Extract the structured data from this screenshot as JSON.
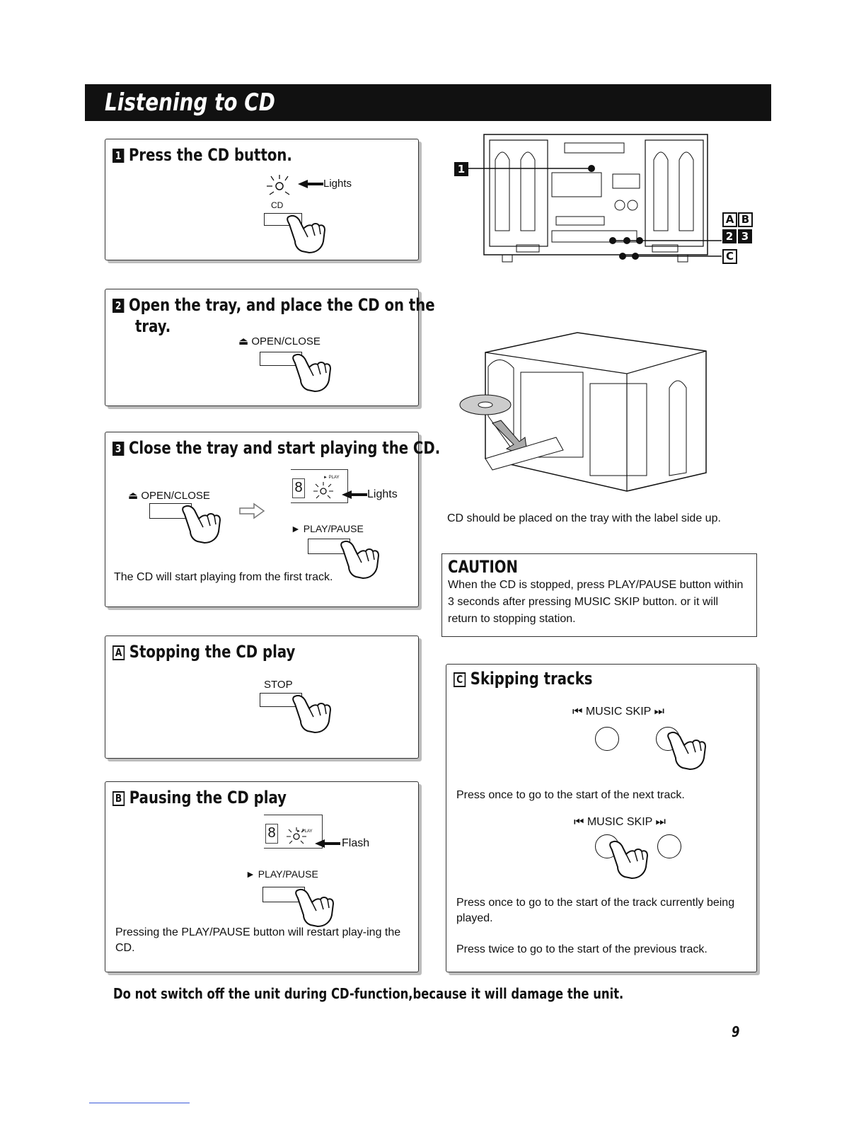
{
  "page": {
    "title": "Listening to CD",
    "page_number": "9",
    "footer_warning": "Do not switch off the unit during CD-function,because it will damage the unit."
  },
  "steps": {
    "s1": {
      "badge": "1",
      "heading": "Press the CD button.",
      "button_label": "CD",
      "indicator_label": "Lights"
    },
    "s2": {
      "badge": "2",
      "heading_line1": "Open the tray, and place the CD on the",
      "heading_line2": "tray.",
      "button_label": "⏏ OPEN/CLOSE"
    },
    "s3": {
      "badge": "3",
      "heading": "Close the tray and start playing the CD.",
      "open_close_label": "⏏ OPEN/CLOSE",
      "play_label": "► PLAY/PAUSE",
      "indicator_label": "Lights",
      "display_play_text": "► PLAY",
      "note": "The CD will start playing from the first track."
    },
    "a": {
      "badge": "A",
      "heading": "Stopping the CD play",
      "button_label": "STOP"
    },
    "b": {
      "badge": "B",
      "heading": "Pausing the CD play",
      "indicator_label": "Flash",
      "display_play_text": "► PLAY",
      "play_label": "► PLAY/PAUSE",
      "note": "Pressing the PLAY/PAUSE button will restart play-ing the CD."
    },
    "c": {
      "badge": "C",
      "heading": "Skipping tracks",
      "skip_label": "⏮ MUSIC SKIP ⏭",
      "note_next": "Press once to go to the start of the next track.",
      "note_current": "Press once to go to the start of the track currently being played.",
      "note_previous": "Press twice to go to the start of the previous track."
    }
  },
  "diagram": {
    "front_callouts": {
      "one": "1",
      "a": "A",
      "b": "B",
      "two": "2",
      "three": "3",
      "c": "C"
    },
    "tray_caption": "CD should be placed on the tray with the label side up."
  },
  "caution": {
    "title": "CAUTION",
    "text": "When the CD is stopped, press PLAY/PAUSE button within 3 seconds after pressing MUSIC SKIP button. or it will return to stopping station."
  }
}
